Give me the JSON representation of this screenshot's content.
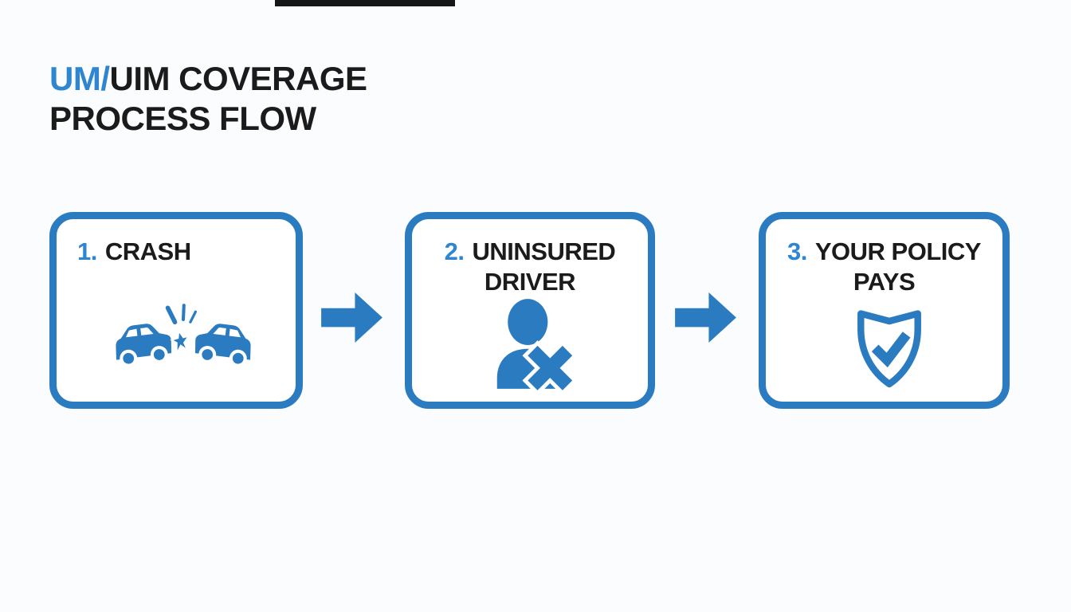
{
  "page": {
    "background": "#FBFCFD",
    "top_bar": {
      "color": "#161616"
    }
  },
  "colors": {
    "accent_blue": "#2B7BC0",
    "number_blue": "#2E86D1",
    "heading_black": "#1B1B1B"
  },
  "title": {
    "highlight": "UM/",
    "line1_rest": "UIM COVERAGE",
    "line2": "PROCESS FLOW"
  },
  "steps": [
    {
      "number": "1.",
      "label": "CRASH",
      "label_line2": "",
      "icon": "car-crash-icon"
    },
    {
      "number": "2.",
      "label": "UNINSURED",
      "label_line2": "DRIVER",
      "icon": "uninsured-driver-icon"
    },
    {
      "number": "3.",
      "label": "YOUR POLICY",
      "label_line2": "PAYS",
      "icon": "shield-check-icon"
    }
  ],
  "arrows": [
    {
      "icon": "right-arrow-icon"
    },
    {
      "icon": "right-arrow-icon"
    }
  ]
}
